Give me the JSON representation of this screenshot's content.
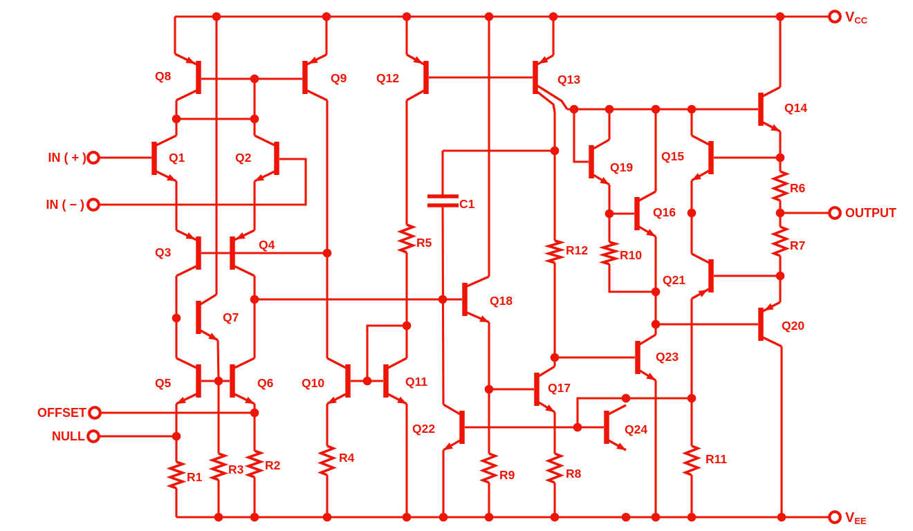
{
  "diagram": {
    "kind": "op-amp internal circuit schematic",
    "colors": {
      "line": "#ee1507",
      "background": "#ffffff"
    },
    "terminals": {
      "vcc": {
        "main": "V",
        "sub": "CC"
      },
      "vee": {
        "main": "V",
        "sub": "EE"
      },
      "output": "OUTPUT",
      "in_plus": "IN ( + )",
      "in_minus": "IN ( − )",
      "offset": "OFFSET",
      "null": "NULL"
    },
    "transistors": {
      "Q1": "Q1",
      "Q2": "Q2",
      "Q3": "Q3",
      "Q4": "Q4",
      "Q5": "Q5",
      "Q6": "Q6",
      "Q7": "Q7",
      "Q8": "Q8",
      "Q9": "Q9",
      "Q10": "Q10",
      "Q11": "Q11",
      "Q12": "Q12",
      "Q13": "Q13",
      "Q14": "Q14",
      "Q15": "Q15",
      "Q16": "Q16",
      "Q17": "Q17",
      "Q18": "Q18",
      "Q19": "Q19",
      "Q20": "Q20",
      "Q21": "Q21",
      "Q22": "Q22",
      "Q23": "Q23",
      "Q24": "Q24"
    },
    "resistors": {
      "R1": "R1",
      "R2": "R2",
      "R3": "R3",
      "R4": "R4",
      "R5": "R5",
      "R6": "R6",
      "R7": "R7",
      "R8": "R8",
      "R9": "R9",
      "R10": "R10",
      "R11": "R11",
      "R12": "R12"
    },
    "capacitors": {
      "C1": "C1"
    }
  }
}
